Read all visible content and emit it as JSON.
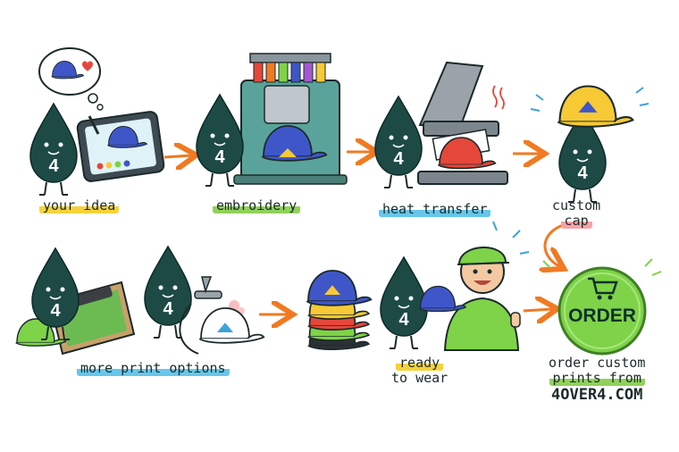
{
  "steps": {
    "idea": {
      "label": "your idea",
      "highlight": "#f5d23b"
    },
    "embroidery": {
      "label": "embroidery",
      "highlight": "#8fd15a"
    },
    "heat": {
      "label": "heat transfer",
      "highlight": "#66c7ea"
    },
    "custom": {
      "label_line1": "custom",
      "label_line2": "cap",
      "highlight": "#f7a3a8"
    },
    "more": {
      "label": "more print options",
      "highlight": "#66c7ea"
    },
    "ready": {
      "label_line1": "ready",
      "label_line2": "to wear",
      "highlight": "#f5d23b"
    }
  },
  "mascot_glyph": "4",
  "order": {
    "button_label": "ORDER",
    "icon": "shopping-cart-icon",
    "color": "#7ed348"
  },
  "cta": {
    "line1": "order custom",
    "line2": "prints from",
    "line3": "4OVER4.COM",
    "highlight": "#8fd15a"
  },
  "colors": {
    "mascot": "#1d4a45",
    "arrow": "#f07a22",
    "cap_blue": "#3f56c9",
    "cap_red": "#e5473a",
    "cap_yellow": "#f6c935",
    "cap_green": "#7ed348"
  }
}
